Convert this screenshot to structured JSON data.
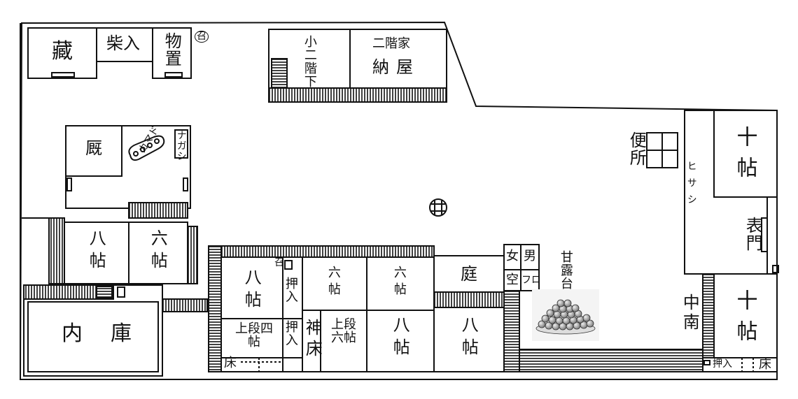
{
  "rooms": {
    "kura": "藏",
    "shiba_ire": "柴入",
    "monooki": "物置",
    "ro_top": "召",
    "ko_nikai_shita": "小二階下",
    "nikai_ya": "二階家",
    "naya": "納屋",
    "umaya": "厩",
    "nagashi": "ナガシ",
    "kamado": "カマド",
    "benjo": "便所",
    "hisashi_right": "ヒサシ",
    "juujo_top": "十帖",
    "omote_mon": "表門",
    "hachijo_west": "八帖",
    "rokujo_west": "六帖",
    "naiko": "内庫",
    "hachijo_mid": "八帖",
    "ro_mid": "召",
    "oshiire_a": "押入",
    "oshiire_b": "押入",
    "jodan_yojo": "上段四帖",
    "toko_mid": "床",
    "rokujo_1": "六帖",
    "rokujo_2": "六帖",
    "kamidoko": "神床",
    "jodan_rokujo": "上段六帖",
    "hachijo_3": "八帖",
    "niwa": "庭",
    "hachijo_4": "八帖",
    "onna": "女",
    "otoko": "男",
    "sora": "空",
    "furo": "フロ",
    "kanrodai": "甘露台",
    "naka_minami": "中南",
    "juujo_bottom": "十帖",
    "oshiire_c": "押入",
    "toko_right": "床"
  },
  "symbols": {
    "well": "井"
  }
}
